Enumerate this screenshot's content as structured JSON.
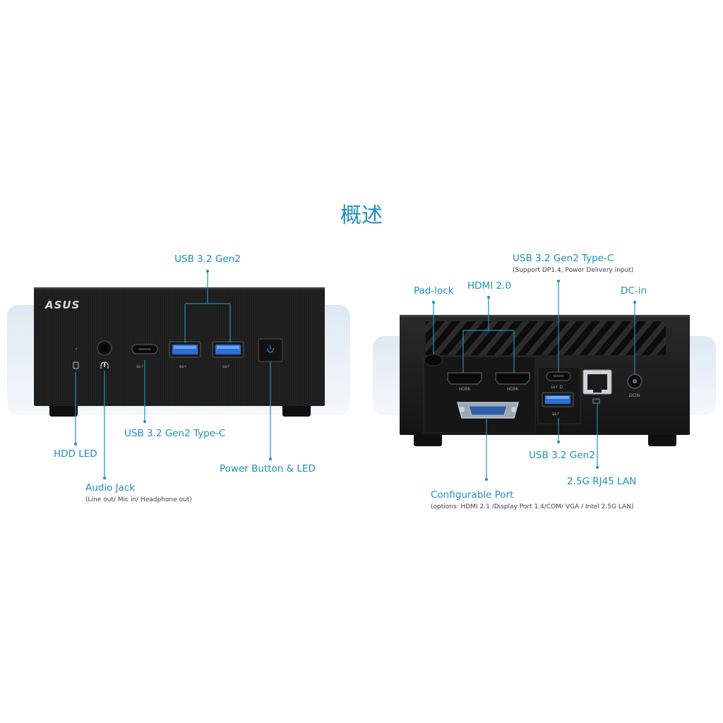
{
  "title": "概述",
  "brand": "ASUS",
  "colors": {
    "accent": "#1f8fbf",
    "chassis": "#1c1c1c",
    "usb_blue": "#2a6fd6",
    "panel_bg": "#e3edf6"
  },
  "front_panel": {
    "port_marks": {
      "usb_type_c": "ss⚡",
      "usb_a_1": "ss⚡",
      "usb_a_2": "ss⚡"
    },
    "icons": [
      "hdd-icon",
      "headset-icon",
      "power-icon"
    ],
    "labels": {
      "usb_gen2": "USB 3.2 Gen2",
      "usb_typec": "USB 3.2 Gen2 Type-C",
      "hdd_led": "HDD LED",
      "power": "Power Button & LED",
      "audio": "Audio Jack",
      "audio_sub": "(Line out/ Mic in/ Headphone out)"
    }
  },
  "rear_panel": {
    "port_marks": {
      "hdmi_1": "HDMI",
      "hdmi_2": "HDMI",
      "usb_c": "ss⚡ D",
      "usb_a": "ss⚡",
      "dc": "DCIN"
    },
    "labels": {
      "typec": "USB 3.2 Gen2 Type-C",
      "typec_sub": "(Support DP1.4, Power Delivery input)",
      "padlock": "Pad-lock",
      "hdmi": "HDMI 2.0",
      "dcin": "DC-in",
      "usb_gen2": "USB 3.2 Gen2",
      "lan": "2.5G RJ45 LAN",
      "config": "Configurable Port",
      "config_sub": "(options: HDMI 2.1 /Display Port 1.4/COM/ VGA / Intel 2.5G LAN)"
    }
  }
}
